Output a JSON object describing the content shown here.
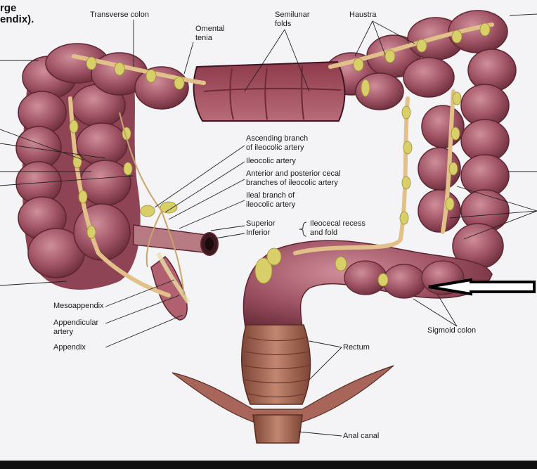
{
  "title_fragment": {
    "line1": "rge",
    "line2": "endix)."
  },
  "labels": {
    "transverse_colon": "Transverse colon",
    "semilunar_folds_1": "Semilunar",
    "semilunar_folds_2": "folds",
    "haustra": "Haustra",
    "omental_tenia_1": "Omental",
    "omental_tenia_2": "tenia",
    "ascending_branch_1": "Ascending branch",
    "ascending_branch_2": "of ileocolic artery",
    "ileocolic_artery": "Ileocolic artery",
    "cecal_branches_1": "Anterior and posterior cecal",
    "cecal_branches_2": "branches of ileocolic artery",
    "ileal_branch_1": "Ileal branch of",
    "ileal_branch_2": "ileocolic artery",
    "superior": "Superior",
    "inferior": "Inferior",
    "ileocecal_recess_1": "Ileocecal recess",
    "ileocecal_recess_2": "and fold",
    "mesoappendix": "Mesoappendix",
    "appendicular_artery_1": "Appendicular",
    "appendicular_artery_2": "artery",
    "appendix": "Appendix",
    "sigmoid_colon": "Sigmoid colon",
    "rectum": "Rectum",
    "anal_canal": "Anal canal"
  },
  "colors": {
    "colon": "#a15566",
    "colon_dark": "#5e2431",
    "colon_light": "#c98a96",
    "fat": "#d8cf6a",
    "tenia": "#e2c08a",
    "rectum": "#b0705d",
    "arrow": "#000000"
  }
}
